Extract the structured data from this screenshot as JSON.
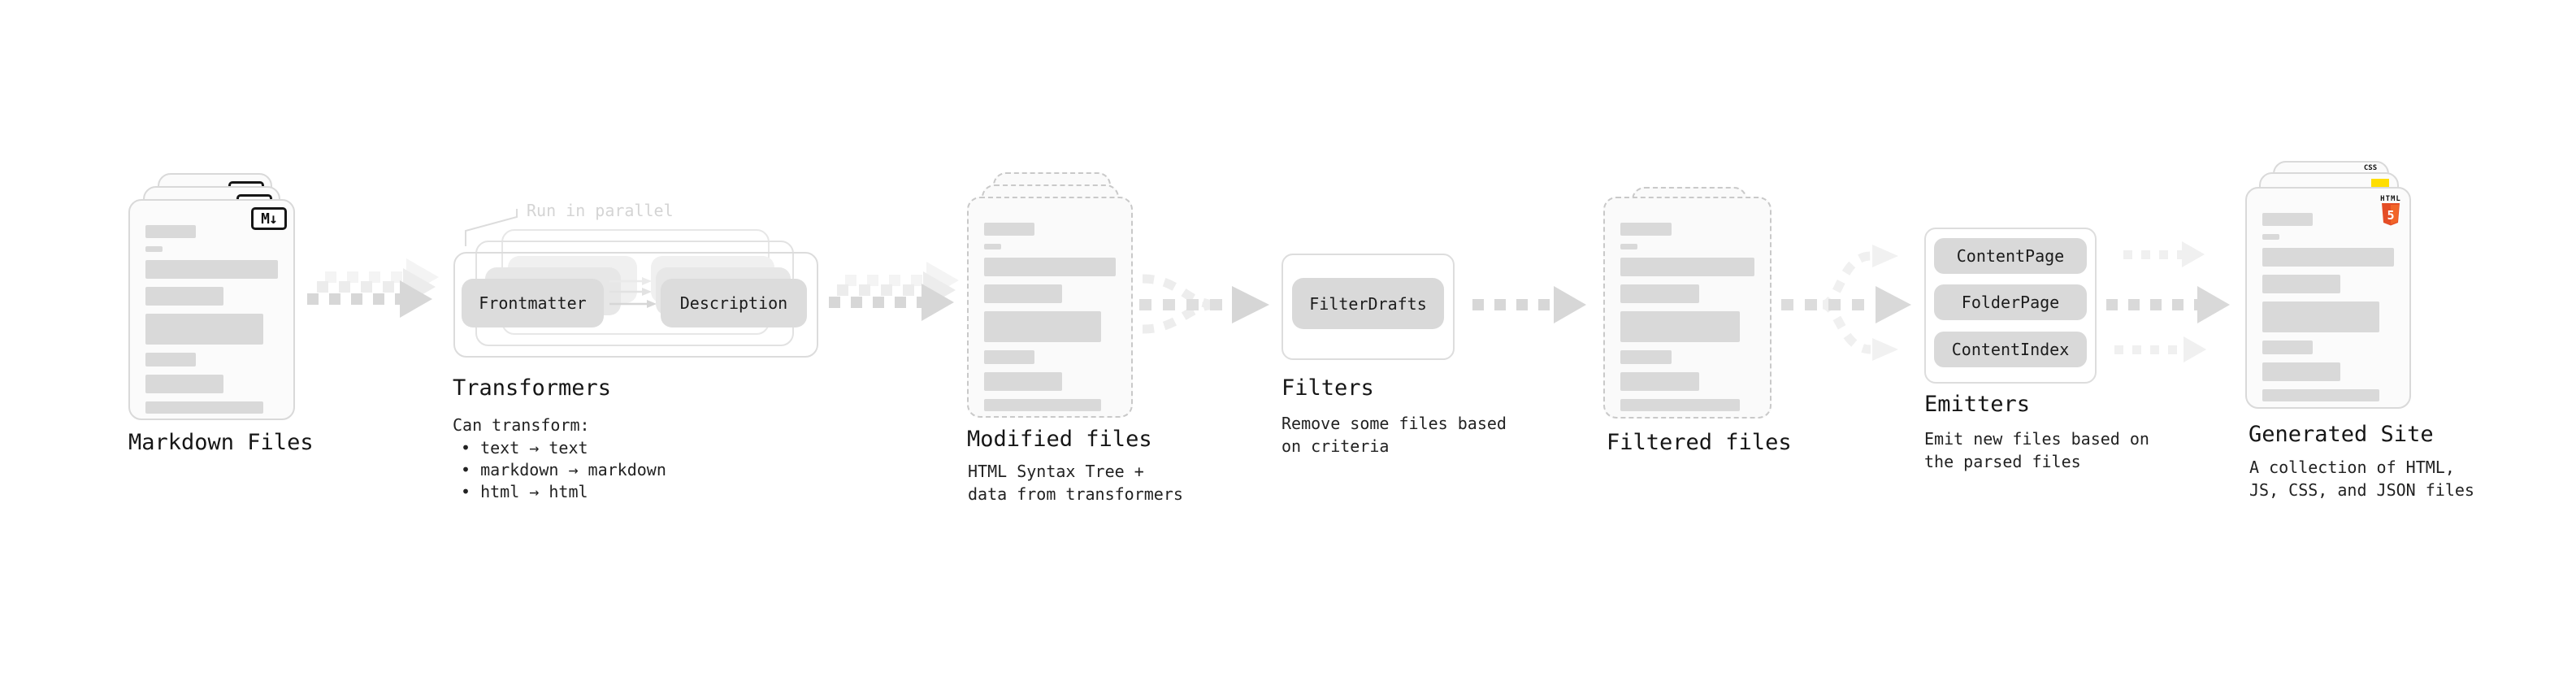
{
  "colors": {
    "background": "#ffffff",
    "card_border": "#d9d9d9",
    "card_bg": "#fbfbfb",
    "content_bar": "#d9d9d9",
    "box_bg": "#dcdcdc",
    "arrow": "#d4d4d4",
    "arrow_ghost": "#ececec",
    "muted_note": "#d4d4d4",
    "text": "#1b1b1b",
    "css_blue": "#2965f1",
    "js_yellow": "#ffde00",
    "html5_orange": "#e44d26",
    "html5_orange_light": "#f16529"
  },
  "card_bars": [
    {
      "w": 38,
      "h": 16
    },
    {
      "w": 13,
      "h": 7
    },
    {
      "w": 100,
      "h": 23
    },
    {
      "w": 59,
      "h": 23
    },
    {
      "w": 89,
      "h": 38
    },
    {
      "w": 38,
      "h": 17
    },
    {
      "w": 59,
      "h": 23
    },
    {
      "w": 89,
      "h": 15
    }
  ],
  "markdown_files": {
    "label": "Markdown Files",
    "badge": "M↓"
  },
  "transformers": {
    "label": "Transformers",
    "note": "Run in parallel",
    "box1": "Frontmatter",
    "box2": "Description",
    "desc_title": "Can transform:",
    "bullets": [
      "• text → text",
      "• markdown → markdown",
      "• html → html"
    ]
  },
  "modified_files": {
    "label": "Modified files",
    "description": "HTML Syntax Tree +\ndata from transformers"
  },
  "filters": {
    "label": "Filters",
    "box": "FilterDrafts",
    "description": "Remove some files based\non criteria"
  },
  "filtered_files": {
    "label": "Filtered files"
  },
  "emitters": {
    "label": "Emitters",
    "boxes": [
      "ContentPage",
      "FolderPage",
      "ContentIndex"
    ],
    "description": "Emit new files based on\nthe parsed files"
  },
  "generated_site": {
    "label": "Generated Site",
    "description": "A collection of HTML,\nJS, CSS, and JSON files",
    "css_badge": "CSS",
    "html_badge": "HTML",
    "html_number": "5"
  }
}
